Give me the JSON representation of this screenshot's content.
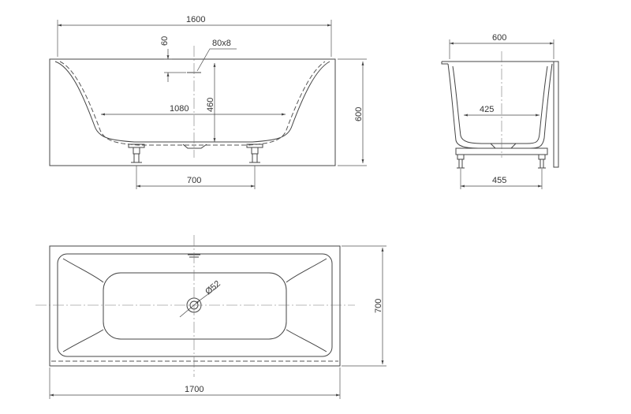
{
  "front_view": {
    "overall_length": "1600",
    "overflow_offset": "60",
    "overflow_slot": "80x8",
    "bottom_length": "1080",
    "inner_depth": "460",
    "height": "600",
    "feet_spacing": "700"
  },
  "side_view": {
    "top_width": "600",
    "bottom_width": "425",
    "feet_spacing": "455"
  },
  "top_view": {
    "drain_diameter": "Ø52",
    "width": "700",
    "length": "1700"
  },
  "colors": {
    "line": "#444444",
    "background": "#ffffff"
  }
}
